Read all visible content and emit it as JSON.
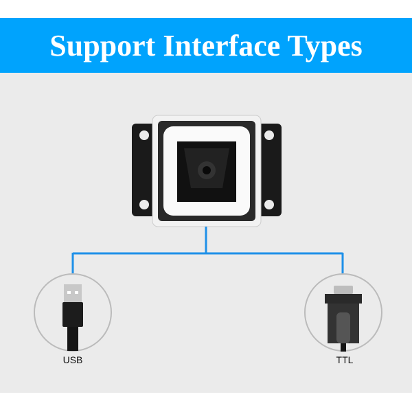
{
  "header": {
    "title": "Support Interface Types"
  },
  "interfaces": [
    {
      "label": "USB",
      "icon": "usb-connector-icon"
    },
    {
      "label": "TTL",
      "icon": "db9-connector-icon"
    }
  ],
  "colors": {
    "banner": "#00a3fd",
    "line": "#1e90e8",
    "panel": "#ebebeb"
  }
}
